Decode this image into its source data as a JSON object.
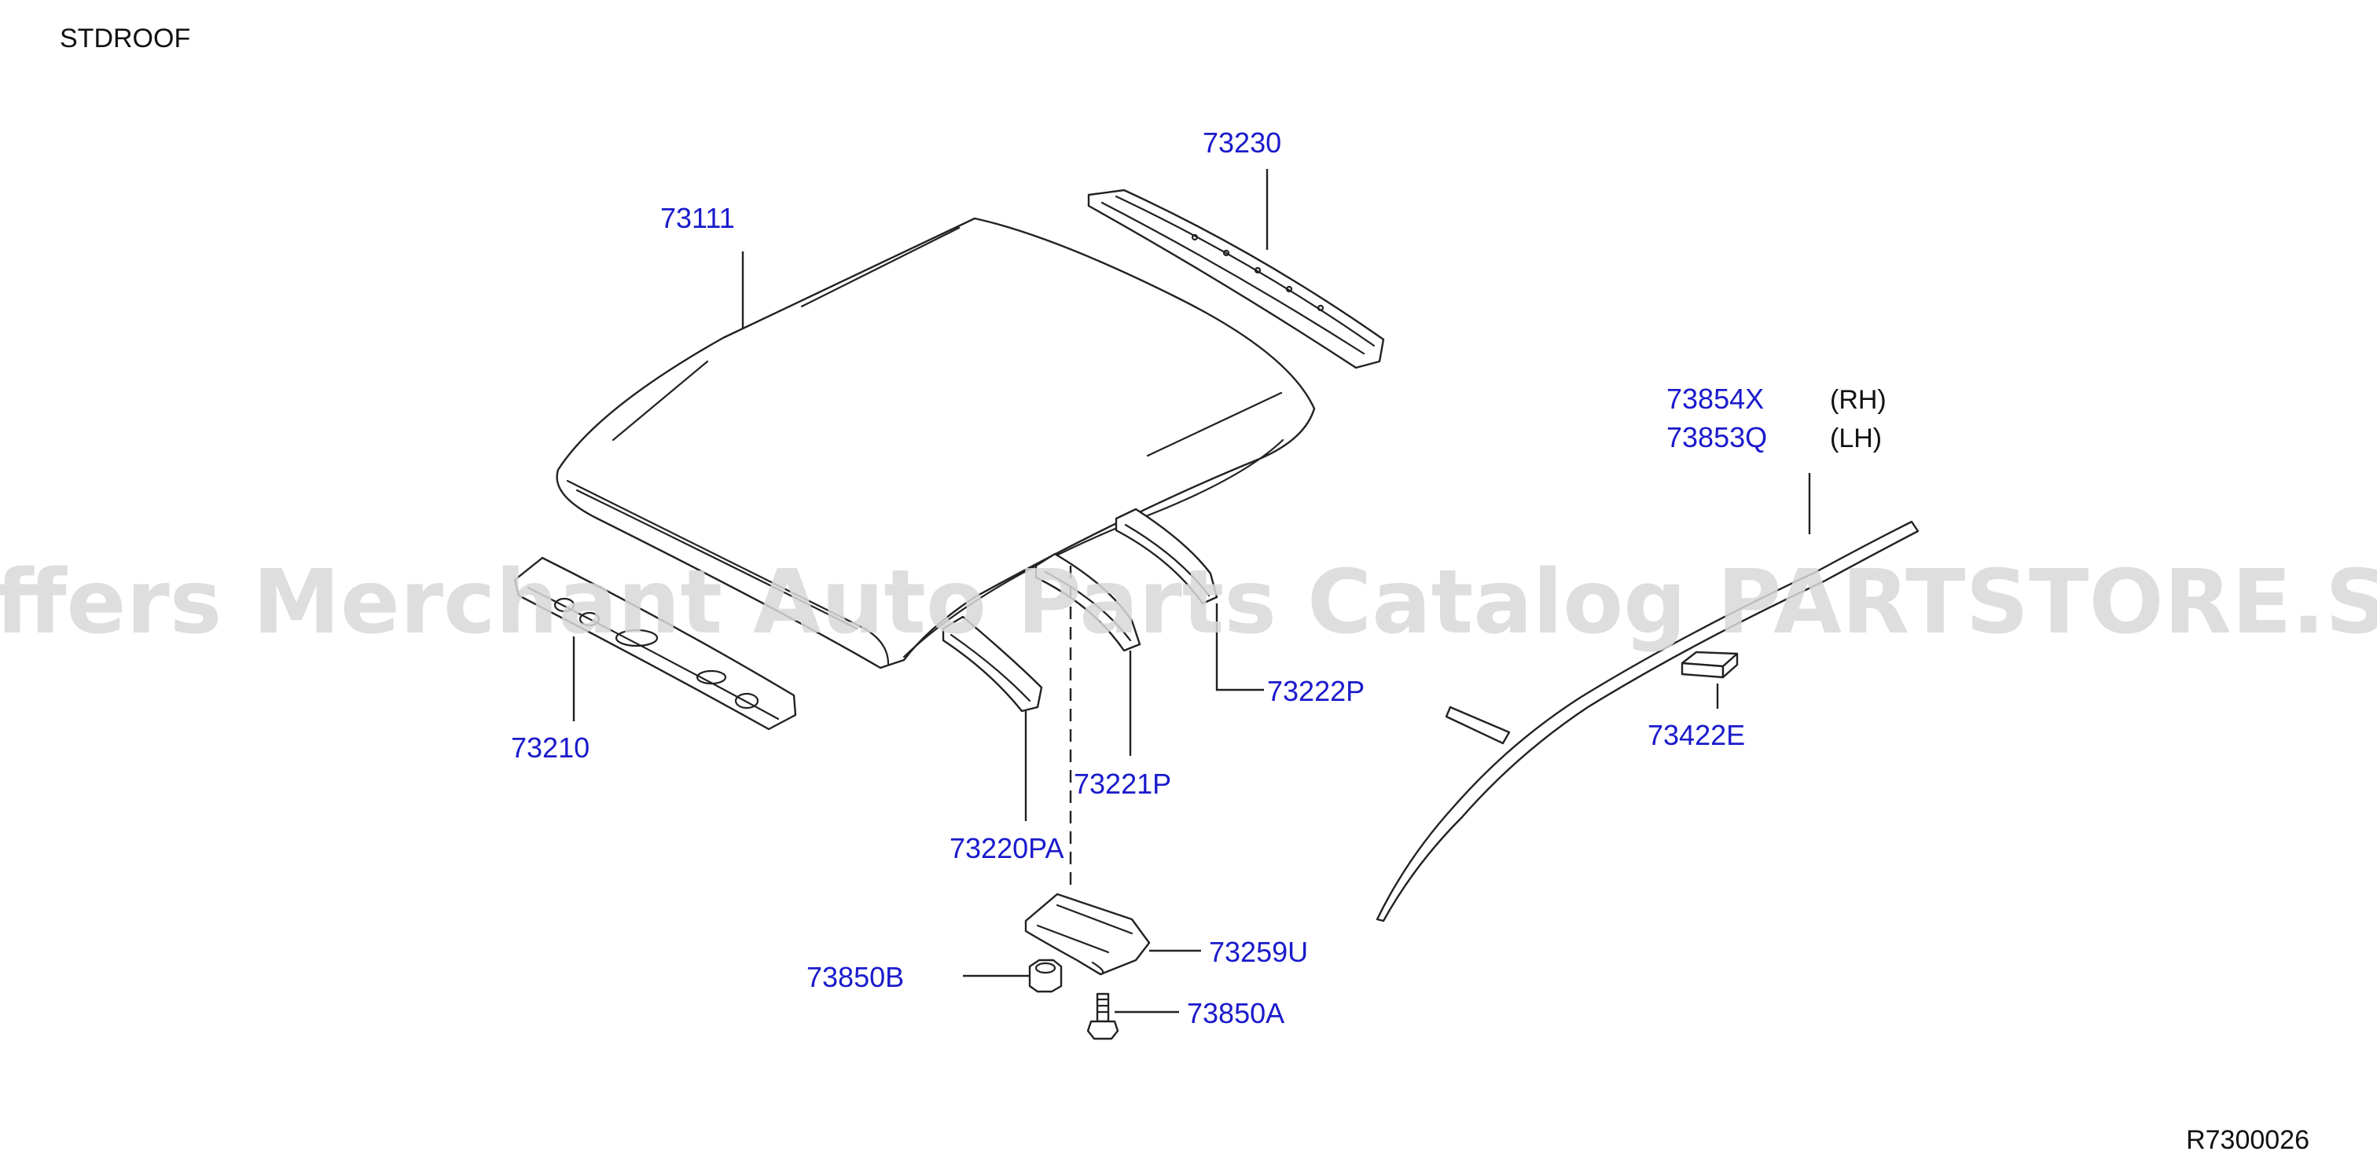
{
  "diagram_title": "STDROOF",
  "diagram_code": "R7300026",
  "watermark": "Offers Merchant Auto Parts Catalog PARTSTORE.SA",
  "side_rh": "(RH)",
  "side_lh": "(LH)",
  "callouts": {
    "p73111": "73111",
    "p73230": "73230",
    "p73210": "73210",
    "p73222P": "73222P",
    "p73221P": "73221P",
    "p73220PA": "73220PA",
    "p73259U": "73259U",
    "p73850B": "73850B",
    "p73850A": "73850A",
    "p73854X": "73854X",
    "p73853Q": "73853Q",
    "p73422E": "73422E"
  },
  "colors": {
    "callout_text": "#1a1acc",
    "line": "#222222",
    "watermark": "#d9d9d9",
    "background": "#ffffff"
  }
}
